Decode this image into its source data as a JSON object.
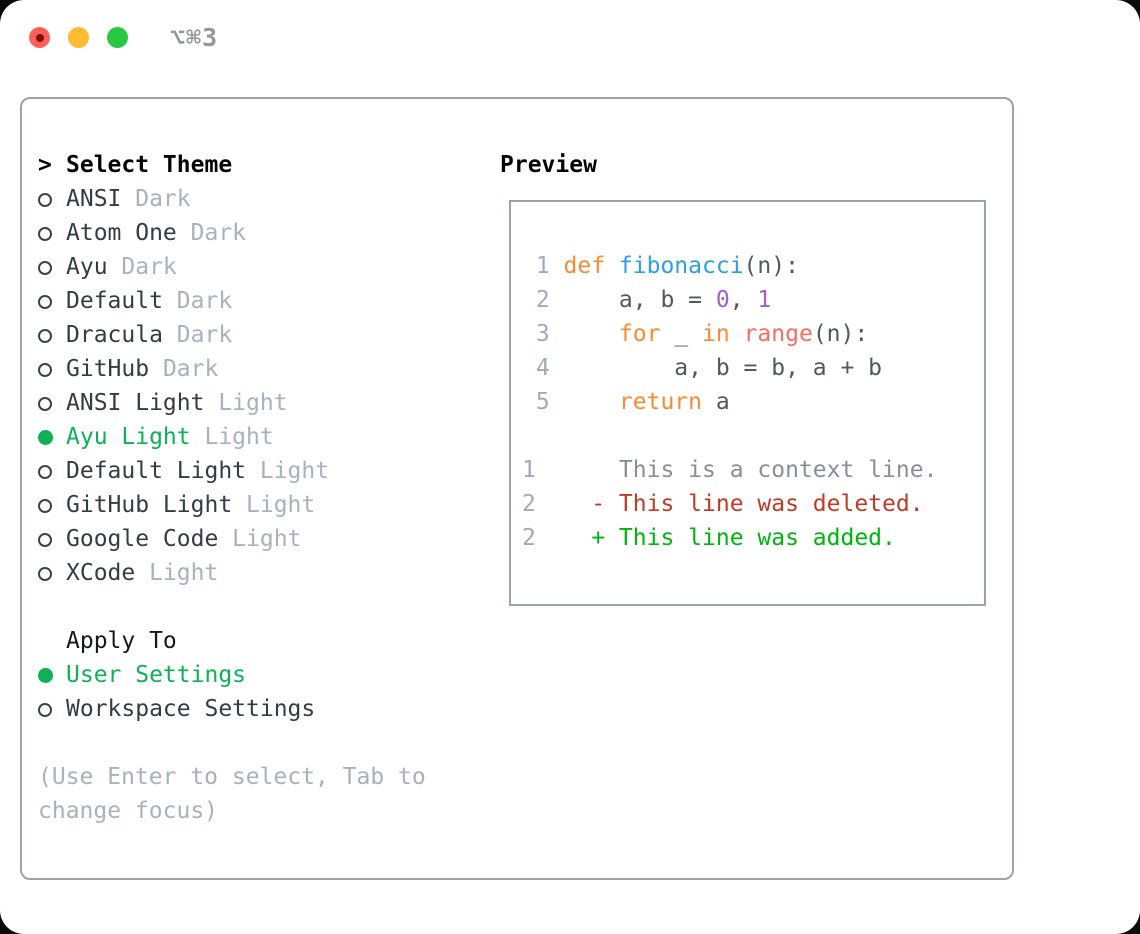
{
  "window": {
    "title": "⌥⌘3",
    "traffic_lights": [
      "close",
      "minimize",
      "zoom"
    ]
  },
  "select_theme": {
    "prompt": ">",
    "header": "Select Theme",
    "items": [
      {
        "name": "ANSI",
        "variant": "Dark",
        "selected": false
      },
      {
        "name": "Atom One",
        "variant": "Dark",
        "selected": false
      },
      {
        "name": "Ayu",
        "variant": "Dark",
        "selected": false
      },
      {
        "name": "Default",
        "variant": "Dark",
        "selected": false
      },
      {
        "name": "Dracula",
        "variant": "Dark",
        "selected": false
      },
      {
        "name": "GitHub",
        "variant": "Dark",
        "selected": false
      },
      {
        "name": "ANSI Light",
        "variant": "Light",
        "selected": false
      },
      {
        "name": "Ayu Light",
        "variant": "Light",
        "selected": true
      },
      {
        "name": "Default Light",
        "variant": "Light",
        "selected": false
      },
      {
        "name": "GitHub Light",
        "variant": "Light",
        "selected": false
      },
      {
        "name": "Google Code",
        "variant": "Light",
        "selected": false
      },
      {
        "name": "XCode",
        "variant": "Light",
        "selected": false
      }
    ]
  },
  "apply_to": {
    "header": "Apply To",
    "options": [
      {
        "label": "User Settings",
        "selected": true
      },
      {
        "label": "Workspace Settings",
        "selected": false
      }
    ]
  },
  "help_text": "(Use Enter to select, Tab to change focus)",
  "preview": {
    "header": "Preview",
    "code_lines": [
      {
        "num": "1",
        "tokens": [
          {
            "text": "def ",
            "type": "keyword"
          },
          {
            "text": "fibonacci",
            "type": "function"
          },
          {
            "text": "(n):",
            "type": "plain"
          }
        ]
      },
      {
        "num": "2",
        "tokens": [
          {
            "text": "    a, b = ",
            "type": "plain"
          },
          {
            "text": "0",
            "type": "number"
          },
          {
            "text": ", ",
            "type": "plain"
          },
          {
            "text": "1",
            "type": "number"
          }
        ]
      },
      {
        "num": "3",
        "tokens": [
          {
            "text": "    ",
            "type": "plain"
          },
          {
            "text": "for",
            "type": "keyword"
          },
          {
            "text": " _ ",
            "type": "plain"
          },
          {
            "text": "in",
            "type": "keyword"
          },
          {
            "text": " ",
            "type": "plain"
          },
          {
            "text": "range",
            "type": "builtin"
          },
          {
            "text": "(n):",
            "type": "plain"
          }
        ]
      },
      {
        "num": "4",
        "tokens": [
          {
            "text": "        a, b = b, a + b",
            "type": "plain"
          }
        ]
      },
      {
        "num": "5",
        "tokens": [
          {
            "text": "    ",
            "type": "plain"
          },
          {
            "text": "return",
            "type": "keyword"
          },
          {
            "text": " a",
            "type": "plain"
          }
        ]
      }
    ],
    "diff_lines": [
      {
        "num": "1",
        "text": "    This is a context line.",
        "type": "context"
      },
      {
        "num": "2",
        "text": "  - This line was deleted.",
        "type": "deleted"
      },
      {
        "num": "2",
        "text": "  + This line was added.",
        "type": "added"
      }
    ]
  },
  "colors": {
    "accent_green": "#0eb155",
    "added_green": "#00b410",
    "deleted_red": "#c23a26",
    "keyword_orange": "#f98b33",
    "function_blue": "#2e9fe6",
    "number_purple": "#a061cc",
    "builtin_coral": "#f96c64",
    "code_text": "#53575f",
    "line_number_gray": "#9fabb8",
    "context_gray": "#888f97",
    "list_text": "#363b44",
    "muted_gray": "#a8b1bd",
    "border_gray": "#9aa2ac",
    "title_gray": "#949699",
    "traffic_red": "#ff5f57",
    "traffic_yellow": "#febc2e",
    "traffic_green": "#28c840"
  }
}
